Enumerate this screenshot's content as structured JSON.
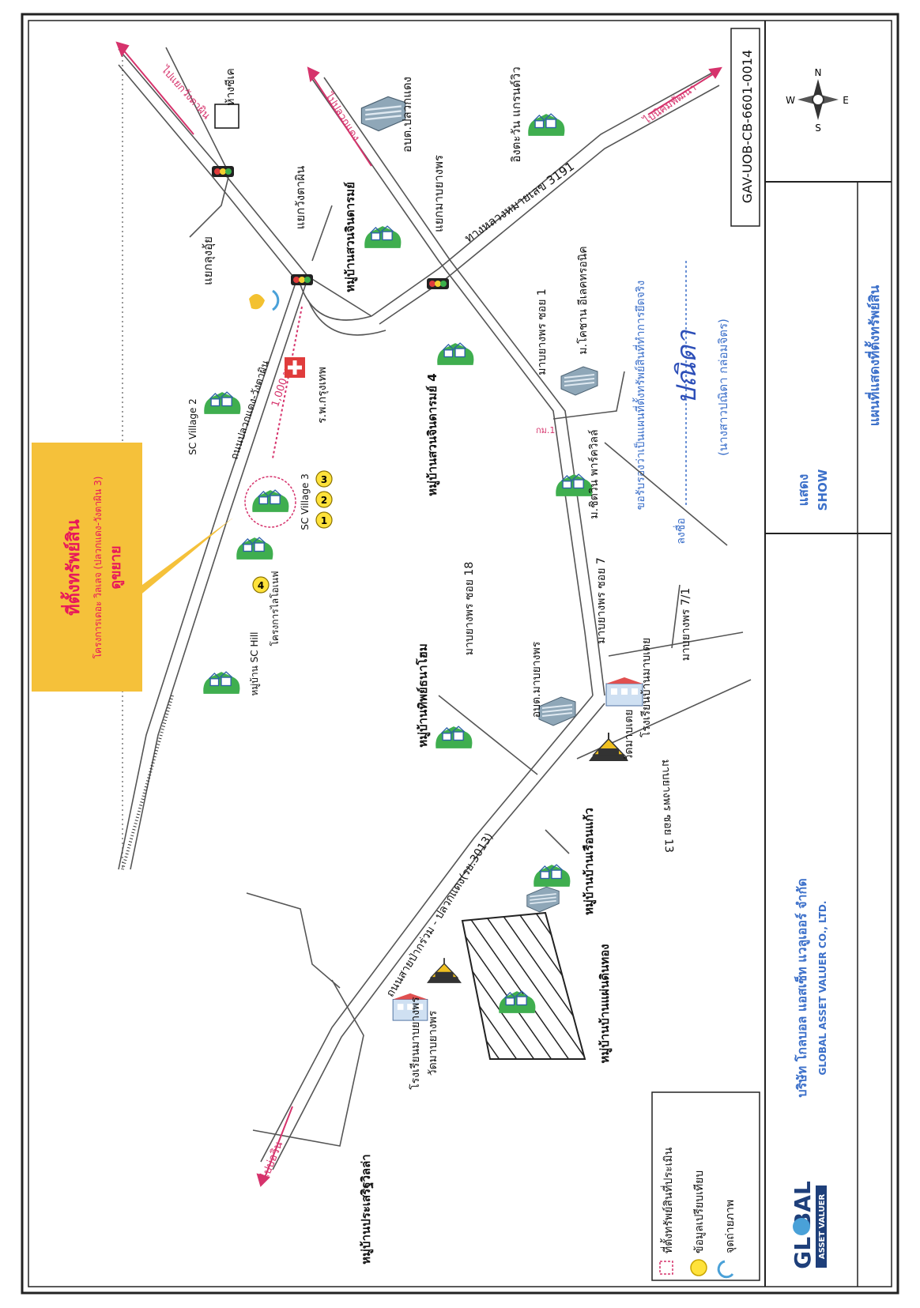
{
  "document_code": "GAV-UOB-CB-6601-0014",
  "compass": {
    "n": "N",
    "e": "E",
    "s": "S",
    "w": "W"
  },
  "title_block": {
    "show_th": "แสดง",
    "show_en": "SHOW",
    "map_title_th": "แผนที่แสดงที่ตั้งทรัพย์สิน",
    "certify_text": "ขอรับรองว่าเป็นแผนที่ตั้งทรัพย์สินที่ทำการยึดจริง",
    "sign_label": "ลงชื่อ",
    "signature": "ปณิดา",
    "signer_name": "(นางสาวปณิดา กล่อมจิตร)",
    "company_th": "บริษัท โกลบอล แอสเซ็ท แวลูเออร์ จำกัด",
    "company_en": "GLOBAL ASSET VALUER CO., LTD.",
    "logo_top": "GL  BAL",
    "logo_bottom": "ASSET VALUER"
  },
  "callout": {
    "title": "ที่ตั้งทรัพย์สิน",
    "subtitle": "โครงการเดอะ วิลเลจ (ปลวกแดง-วังตาผิน 3)",
    "tag": "ดูขยาย"
  },
  "legend": {
    "property": "ที่ตั้งทรัพย์สินที่ประเมิน",
    "comparable": "ข้อมูลเปรียบเทียบ",
    "photo": "จุดถ่ายภาพ"
  },
  "roads": {
    "rd_pluak_daeng": "ถนนปลวกแดง-วังตาผิน",
    "rd_3191": "ทางหลวงหมายเลข 3191",
    "rd_saipakruam": "ถนนสายป่ากร่วม - ปลวกแดง(รย.3013)",
    "dist_1000": "1,000 ม.",
    "to_bor_win": "ไปบ่อวิน",
    "to_nikhom": "ไปนิคมพัฒนา",
    "to_upper_left": "ไปแยกวังตาผิน",
    "to_upper_mid": "ไปปลวกแดง"
  },
  "junctions": {
    "lung_ui": "แยกลุงอุ้ย",
    "wang_ta_phin": "แยกวังตาผิน",
    "map_yang_phon": "แยกมาบยางพร"
  },
  "places": {
    "hang_ck": "ห้างซีเค",
    "obt_pluak_daeng": "อบต.ปลวกแดง",
    "aling_grand": "อิงตะวัน แกรนด์วิว",
    "ban_suan_5": "หมู่บ้านสวนจินดารมย์",
    "ban_suan_4": "หมู่บ้านสวนจินดารมย์ 4",
    "hospital": "ร.พ.กรุงเทพ",
    "soi1": "มาบยางพร ซอย 1",
    "kotchan": "ม.โคชาน อีเลคทรอนิค",
    "chit_win": "ม.ชิตวิน พาร์ควิลล์",
    "sc_village_2": "SC Village 2",
    "sc_village_3": "SC Village 3",
    "project_4": "โครงการไลโอเนฟ",
    "sc_hill": "หมู่บ้าน SC Hill",
    "soi18": "มาบยางพร ซอย 18",
    "soi7": "มาบยางพร ซอย 7",
    "soi7_1": "มาบยางพร 7/1",
    "soi13": "มาบยางพร ซอย 13",
    "ban_thip": "หมู่บ้านทิพย์ธนาโฮม",
    "obt_mabyang": "อบต.มาบยางพร",
    "school_mabtoei": "โรงเรียนบ้านมาบเตย",
    "wat_mabtoei": "วัดมาบเตย",
    "ruen_kaew": "หมู่บ้านบ้านเรือนแก้ว",
    "school_mabyang": "โรงเรียนมาบยางพร",
    "wat_mabyang": "วัดมาบยางพร",
    "pan_din": "หมู่บ้านบ้านแผ่นดินทอง",
    "prasert": "หมู่บ้านประเสริฐวิลล่า",
    "kor_mor": "กม.1",
    "markers": [
      "1",
      "2",
      "3",
      "4"
    ]
  },
  "colors": {
    "callout_fill": "#f5c13a",
    "callout_text": "#e8185a",
    "road_pink": "#d6336c",
    "blue_text": "#3b6fc9",
    "marker_yellow": "#ffe23b",
    "house_green": "#3fae4f"
  }
}
